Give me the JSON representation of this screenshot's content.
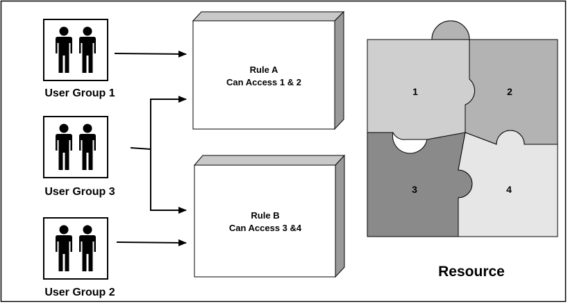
{
  "user_groups": [
    {
      "label": "User Group 1"
    },
    {
      "label": "User Group 3"
    },
    {
      "label": "User Group 2"
    }
  ],
  "rules": [
    {
      "name": "Rule A",
      "access": "Can Access 1 & 2"
    },
    {
      "name": "Rule B",
      "access": "Can Access 3 &4"
    }
  ],
  "resource": {
    "label": "Resource",
    "pieces": [
      {
        "number": "1",
        "color": "#cfcfcf"
      },
      {
        "number": "2",
        "color": "#b3b3b3"
      },
      {
        "number": "3",
        "color": "#8a8a8a"
      },
      {
        "number": "4",
        "color": "#e6e6e6"
      }
    ]
  },
  "colors": {
    "box_face": "#ffffff",
    "box_top": "#c8c8c8",
    "box_side": "#9a9a9a",
    "stroke": "#000000"
  },
  "icons": {
    "user_group": "two-people-icon",
    "resource": "puzzle-icon"
  }
}
